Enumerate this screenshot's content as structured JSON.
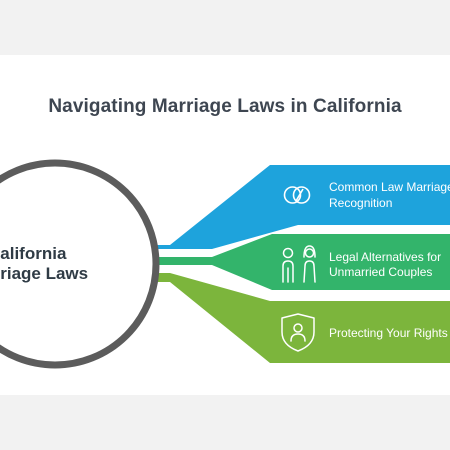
{
  "title": "Navigating Marriage Laws in California",
  "center": {
    "lines": [
      "California",
      "Marriage Laws"
    ]
  },
  "branches": [
    {
      "icon": "intersecting-circles-icon",
      "lines": [
        "Common Law Marriage",
        "Recognition"
      ],
      "color": "#1ea3dc"
    },
    {
      "icon": "couple-icon",
      "lines": [
        "Legal Alternatives for",
        "Unmarried Couples"
      ],
      "color": "#33b46b"
    },
    {
      "icon": "shield-person-icon",
      "lines": [
        "Protecting Your Rights"
      ],
      "color": "#7cb53c"
    }
  ],
  "colors": {
    "circle_stroke": "#5c5c5c",
    "title": "#3e4651"
  }
}
